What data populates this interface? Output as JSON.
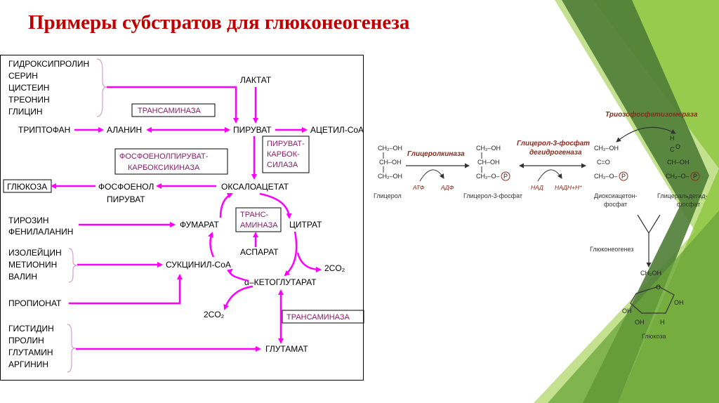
{
  "title": "Примеры субстратов для глюконеогенеза",
  "colors": {
    "title": "#c00000",
    "arrow": "#ff00ff",
    "box_text": "#8b1c6c",
    "green_light": "#a6d05a",
    "green_dark": "#3f6b2a"
  },
  "left_groups": {
    "amino1": [
      "ГИДРОКСИПРОЛИН",
      "СЕРИН",
      "ЦИСТЕИН",
      "ТРЕОНИН",
      "ГЛИЦИН"
    ],
    "aromatic": [
      "ТИРОЗИН",
      "ФЕНИЛАЛАНИН"
    ],
    "branched": [
      "ИЗОЛЕЙЦИН",
      "МЕТИОНИН",
      "ВАЛИН"
    ],
    "glutamate_group": [
      "ГИСТИДИН",
      "ПРОЛИН",
      "ГЛУТАМИН",
      "АРГИНИН"
    ]
  },
  "nodes": {
    "tryptophan": "ТРИПТОФАН",
    "alanine": "АЛАНИН",
    "lactate": "ЛАКТАТ",
    "pyruvate": "ПИРУВАТ",
    "acetyl_coa": "АЦЕТИЛ-CoA",
    "glucose": "ГЛЮКОЗА",
    "pep_line1": "ФОСФОЕНОЛ",
    "pep_line2": "ПИРУВАТ",
    "oxaloacetate": "ОКСАЛОАЦЕТАТ",
    "fumarate": "ФУМАРАТ",
    "citrate": "ЦИТРАТ",
    "aspartate": "АСПАРАТ",
    "succinyl_coa": "СУКЦИНИЛ-CoA",
    "propionate": "ПРОПИОНАТ",
    "alpha_kg": "α–КЕТОГЛУТАРАТ",
    "co2_right": "2CO₂",
    "co2_left": "2CO₂",
    "glutamate": "ГЛУТАМАТ"
  },
  "enzymes": {
    "transaminase_top": "ТРАНСАМИНАЗА",
    "pepck_line1": "ФОСФОЕНОЛПИРУВАТ-",
    "pepck_line2": "КАРБОКСИКИНАЗА",
    "pc_line1": "ПИРУВАТ-",
    "pc_line2": "КАРБОК-",
    "pc_line3": "СИЛАЗА",
    "transaminase_mid_line1": "ТРАНС-",
    "transaminase_mid_line2": "АМИНАЗА",
    "transaminase_bottom": "ТРАНСАМИНАЗА"
  },
  "glycerol_scheme": {
    "glycerol_label": "Глицерол",
    "glycerol_kinase": "Глицеролкиназа",
    "atp": "АТФ",
    "adp": "АДФ",
    "g3p_label": "Глицерол-3-фосфат",
    "g3p_dh_line1": "Глицерол-3-фосфат",
    "g3p_dh_line2": "дегидрогеназа",
    "nad": "НАД",
    "nadh": "НАДН+Н⁺",
    "dhap_line1": "Диоксиацетон-",
    "dhap_line2": "фосфат",
    "gap_line1": "Глицеральдегид-",
    "gap_line2": "фосфат",
    "tpi": "Триозофосфатизомераза",
    "gluconeogenesis": "Глюконеогенез",
    "glucose_label": "Глюкоза",
    "ch2oh": "CH₂–OH",
    "choh": "CH–OH",
    "ch2op": "CH₂–O–",
    "co": "C=O",
    "cho": "C",
    "h_label": "H",
    "o_label": "O",
    "p_label": "P",
    "ring_ch2oh": "CH₂OH",
    "ring_oh": "OH",
    "ring_h": "H",
    "ring_o": "O"
  }
}
